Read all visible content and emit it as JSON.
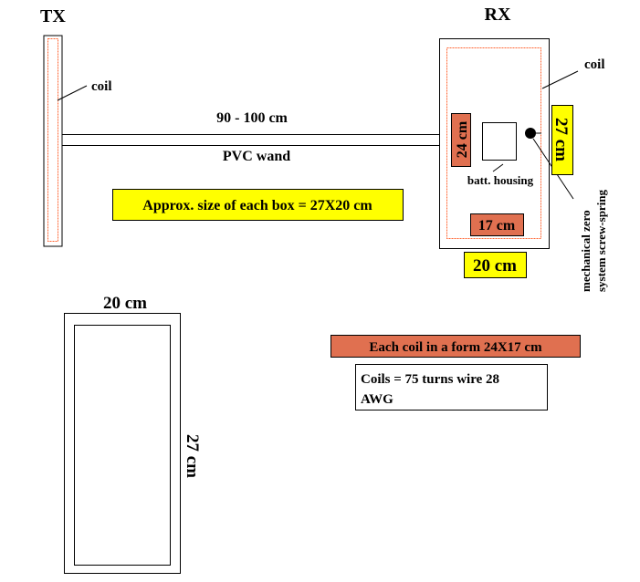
{
  "colors": {
    "coil": "#ff6633",
    "highlight_yellow": "#ffff00",
    "highlight_orange": "#e07050"
  },
  "tx": {
    "title": "TX",
    "coil_label": "coil"
  },
  "rx": {
    "title": "RX",
    "coil_label": "coil",
    "coil_height": "24 cm",
    "coil_width": "17 cm",
    "box_height": "27 cm",
    "box_width": "20 cm",
    "battery_label": "batt. housing",
    "mech_zero_line1": "mechanical zero",
    "mech_zero_line2": "system screw-spring"
  },
  "wand": {
    "length": "90 - 100 cm",
    "label": "PVC wand"
  },
  "box_size_note": "Approx. size of each box = 27X20 cm",
  "detail_box": {
    "width": "20 cm",
    "height": "27 cm"
  },
  "coil_form_note": "Each coil in a form 24X17 cm",
  "coil_turns_note": {
    "line1": "Coils = 75 turns wire 28",
    "line2": "AWG"
  }
}
